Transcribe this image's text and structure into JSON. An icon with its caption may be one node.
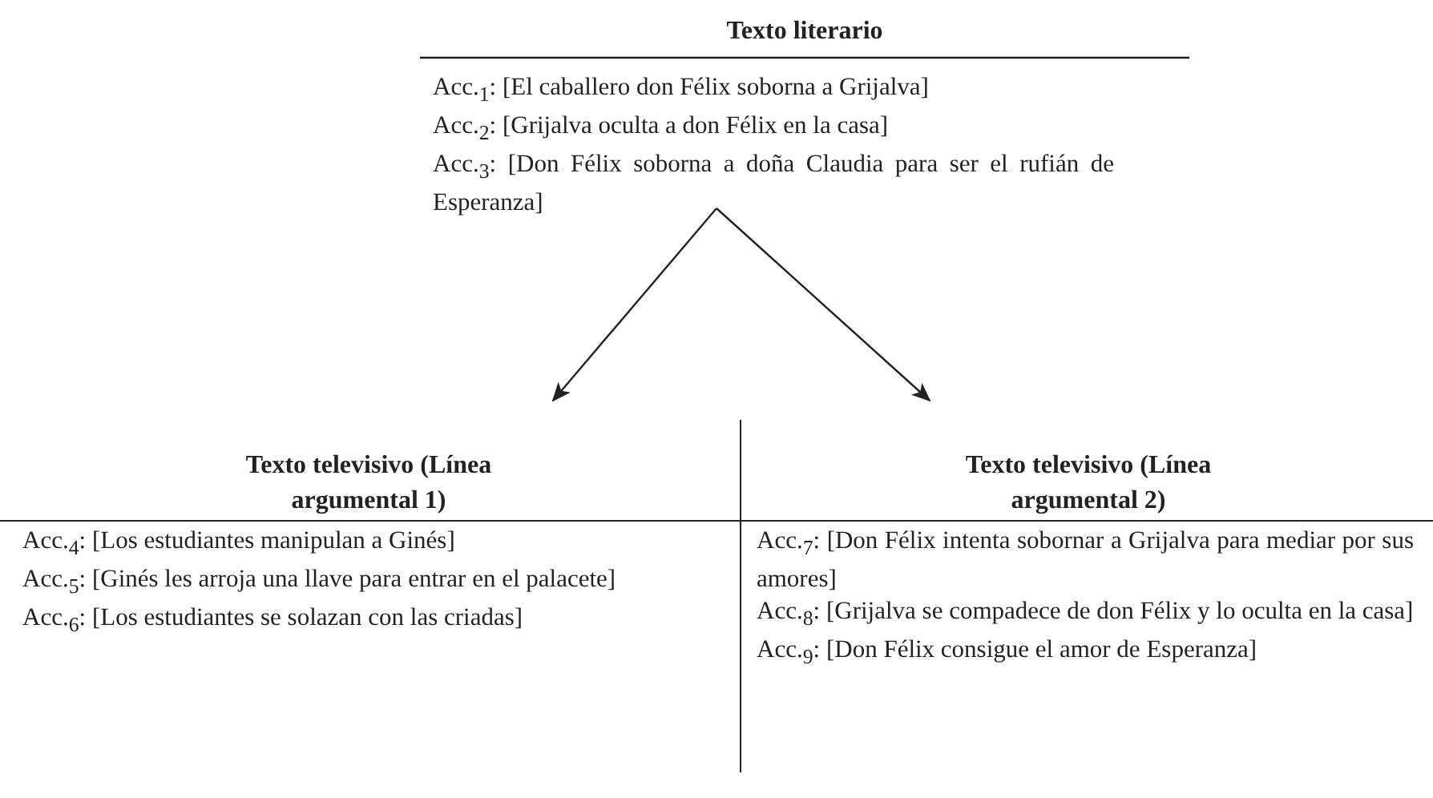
{
  "diagram": {
    "nodes": [
      {
        "text": [
          "Texto literario",
          "Acc.$_{1}$: [El caballero don Félix soborna a Grijalva]",
          "Acc.$_{2}$: [Grijalva oculta a don Félix en la casa]",
          "Acc.$_{3}$: [Don Félix soborna a doña Claudia para ser el rufián de Esperanza]"
        ]
      },
      {
        "text": [
          "Texto televisivo (Línea argumental 1)",
          "Acc.$_{4}$: [Los estudiantes manipulan a Ginés]",
          "Acc.$_{5}$: [Ginés les arroja una llave para entrar en el palacete]",
          "Acc.$_{6}$: [Los estudiantes se solazan con las criadas]"
        ]
      },
      {
        "text": [
          "Texto televisivo (Línea argumental 2)",
          "Acc.$_{7}$: [Don Félix intenta sobornar a Grijalva para mediar por sus amores]",
          "Acc.$_{8}$: [Grijalva se compadece de don Félix y lo oculta en la casa]",
          "Acc.$_{9}$: [Don Félix consigue el amor de Esperanza]"
        ]
      }
    ],
    "edges": [
      {
        "from": 0,
        "to": 1,
        "arrow": "to"
      },
      {
        "from": 0,
        "to": 2,
        "arrow": "to"
      }
    ]
  }
}
